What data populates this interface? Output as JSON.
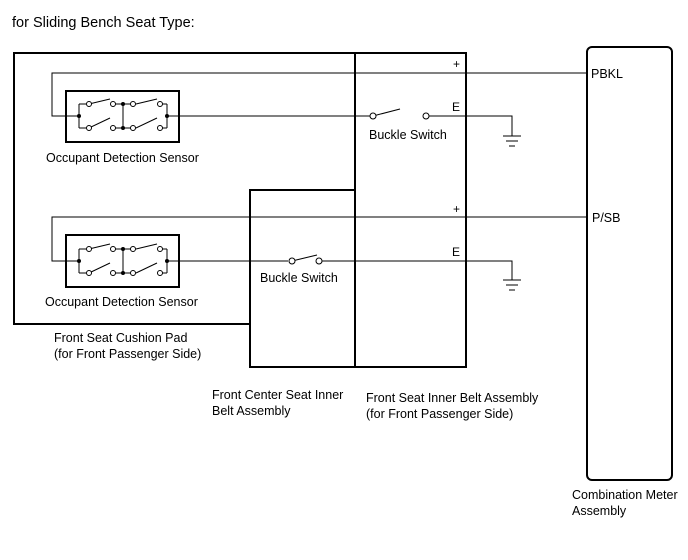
{
  "title": "for Sliding Bench Seat Type:",
  "components": {
    "cushion_pad": [
      "Front Seat Cushion Pad",
      "(for Front Passenger Side)"
    ],
    "center_belt": [
      "Front Center Seat Inner",
      "Belt Assembly"
    ],
    "seat_belt": [
      "Front Seat Inner Belt Assembly",
      "(for Front Passenger Side)"
    ],
    "meter": [
      "Combination Meter",
      "Assembly"
    ]
  },
  "sensor_label": "Occupant Detection Sensor",
  "buckle_label": "Buckle Switch",
  "terminals": {
    "plus": "+",
    "earth": "E",
    "pbkl": "PBKL",
    "psb": "P/SB"
  }
}
